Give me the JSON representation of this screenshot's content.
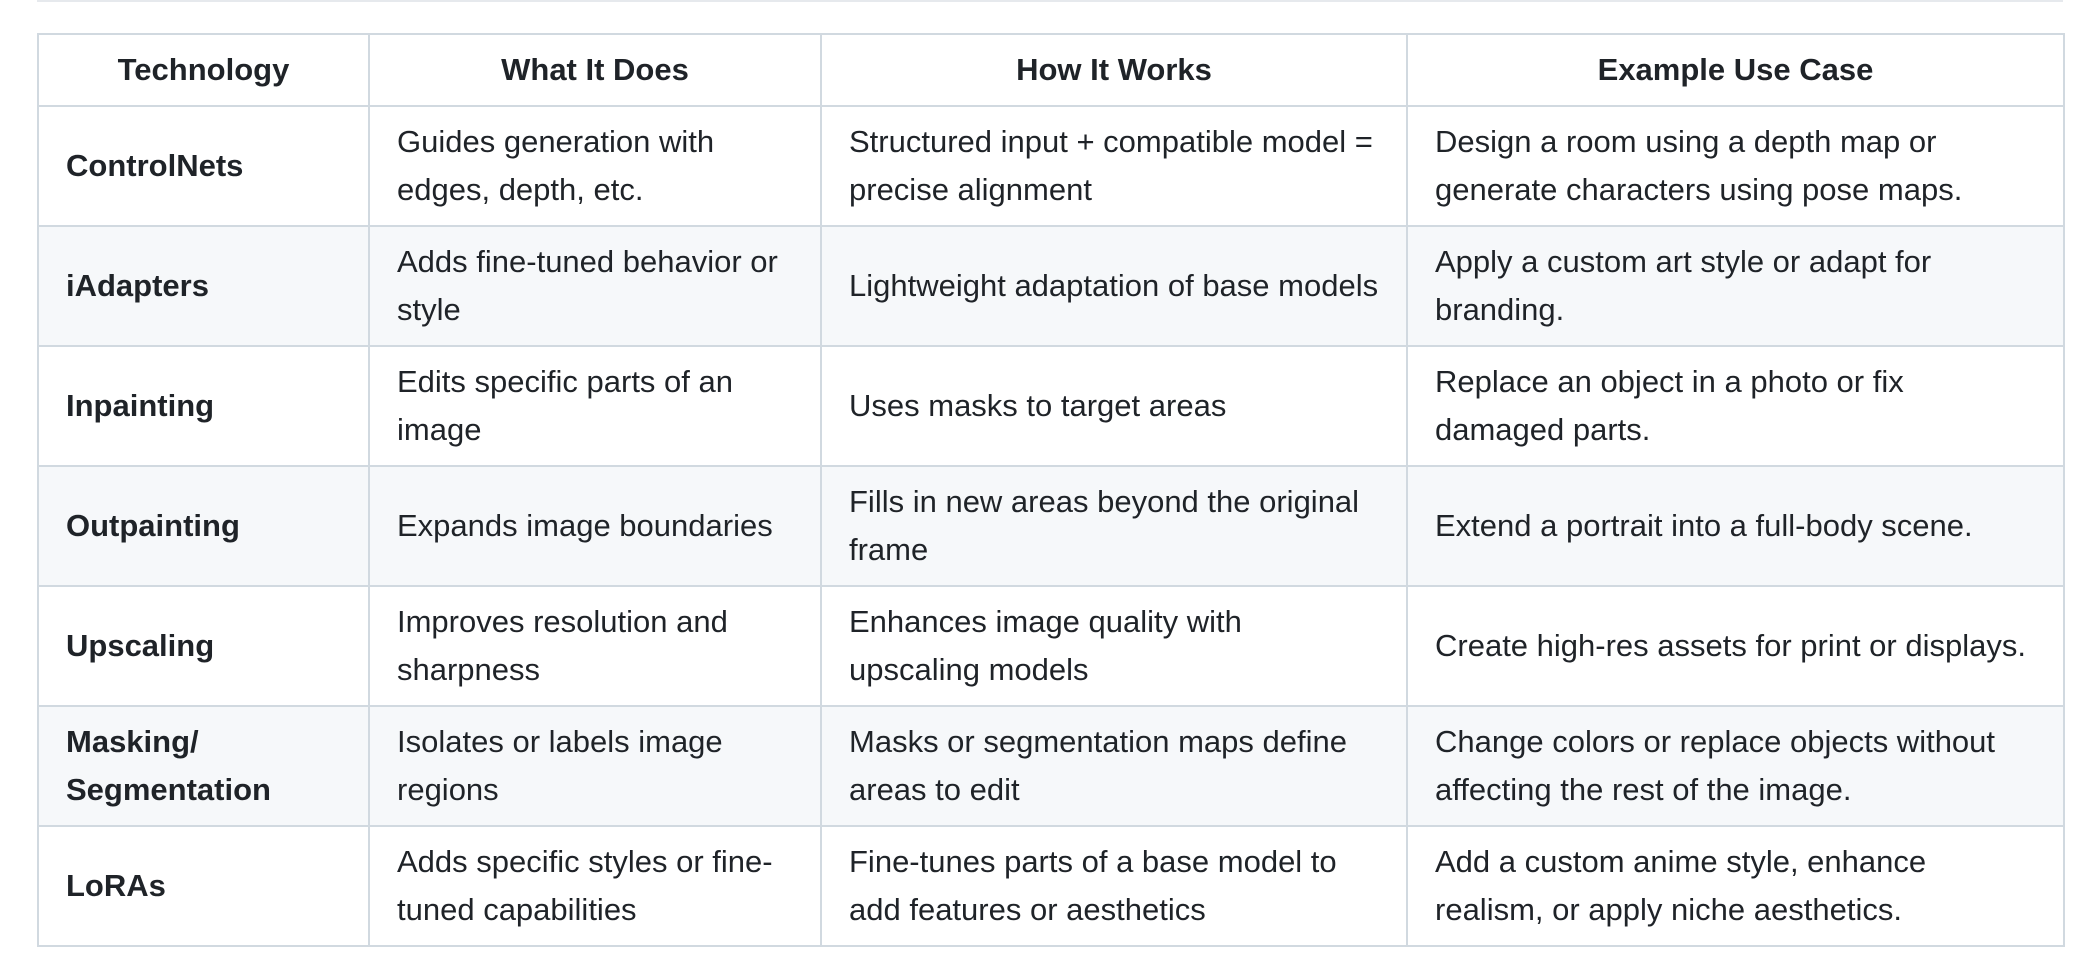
{
  "table": {
    "headers": [
      "Technology",
      "What It Does",
      "How It Works",
      "Example Use Case"
    ],
    "rows": [
      {
        "technology": "ControlNets",
        "what": "Guides generation with edges, depth, etc.",
        "how": "Structured input + compatible model = precise alignment",
        "example": "Design a room using a depth map or generate characters using pose maps."
      },
      {
        "technology": "iAdapters",
        "what": "Adds fine-tuned behavior or style",
        "how": "Lightweight adaptation of base models",
        "example": "Apply a custom art style or adapt for branding."
      },
      {
        "technology": "Inpainting",
        "what": "Edits specific parts of an image",
        "how": "Uses masks to target areas",
        "example": "Replace an object in a photo or fix damaged parts."
      },
      {
        "technology": "Outpainting",
        "what": "Expands image boundaries",
        "how": "Fills in new areas beyond the original frame",
        "example": "Extend a portrait into a full-body scene."
      },
      {
        "technology": "Upscaling",
        "what": "Improves resolution and sharpness",
        "how": "Enhances image quality with upscaling models",
        "example": "Create high-res assets for print or displays."
      },
      {
        "technology": "Masking/ Segmentation",
        "what": "Isolates or labels image regions",
        "how": "Masks or segmentation maps define areas to edit",
        "example": "Change colors or replace objects without affecting the rest of the image."
      },
      {
        "technology": "LoRAs",
        "what": "Adds specific styles or fine-tuned capabilities",
        "how": "Fine-tunes parts of a base model to add features or aesthetics",
        "example": "Add a custom anime style, enhance realism, or apply niche aesthetics."
      }
    ]
  }
}
